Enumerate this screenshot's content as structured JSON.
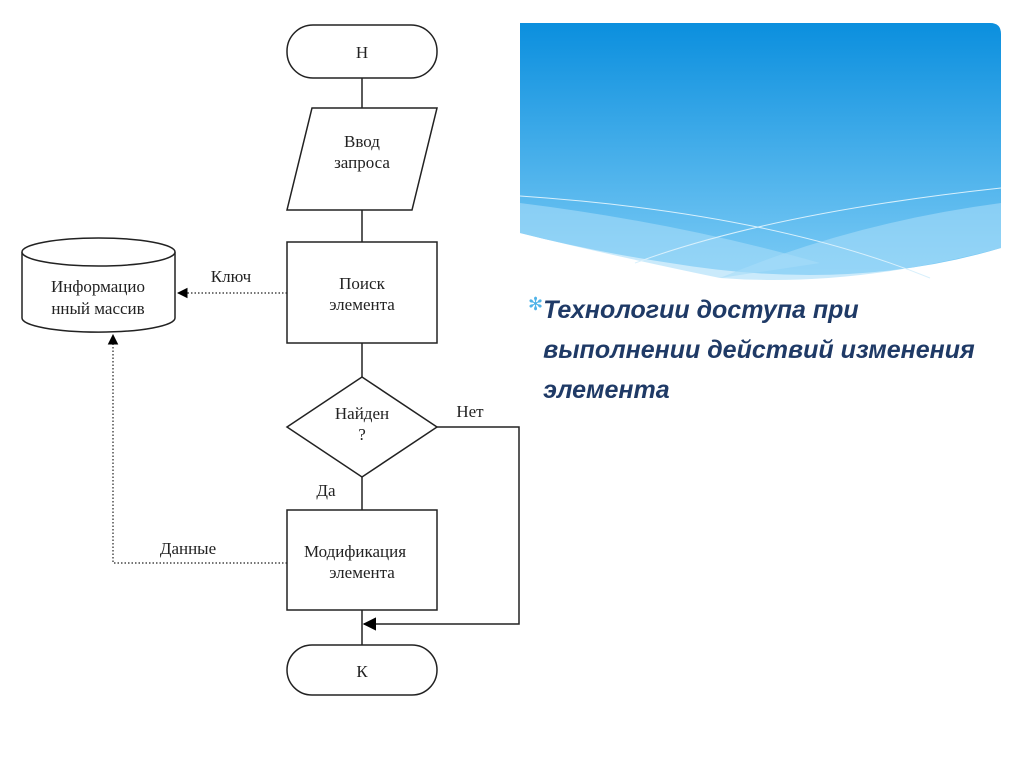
{
  "slide": {
    "bullet_text": "Технологии доступа при выполнении действий изменения элемента",
    "colors": {
      "banner_top": "#0b8fde",
      "banner_bottom": "#8fd2f7",
      "text": "#1f3a66"
    }
  },
  "flowchart": {
    "start": "Н",
    "input_line1": "Ввод",
    "input_line2": "запроса",
    "search_line1": "Поиск",
    "search_line2": "элемента",
    "decision_line1": "Найден",
    "decision_line2": "?",
    "no_label": "Нет",
    "yes_label": "Да",
    "modify_line1": "Модификация",
    "modify_line2": "элемента",
    "end": "К",
    "storage_line1": "Информацио",
    "storage_line2": "нный массив",
    "key_label": "Ключ",
    "data_label": "Данные"
  }
}
